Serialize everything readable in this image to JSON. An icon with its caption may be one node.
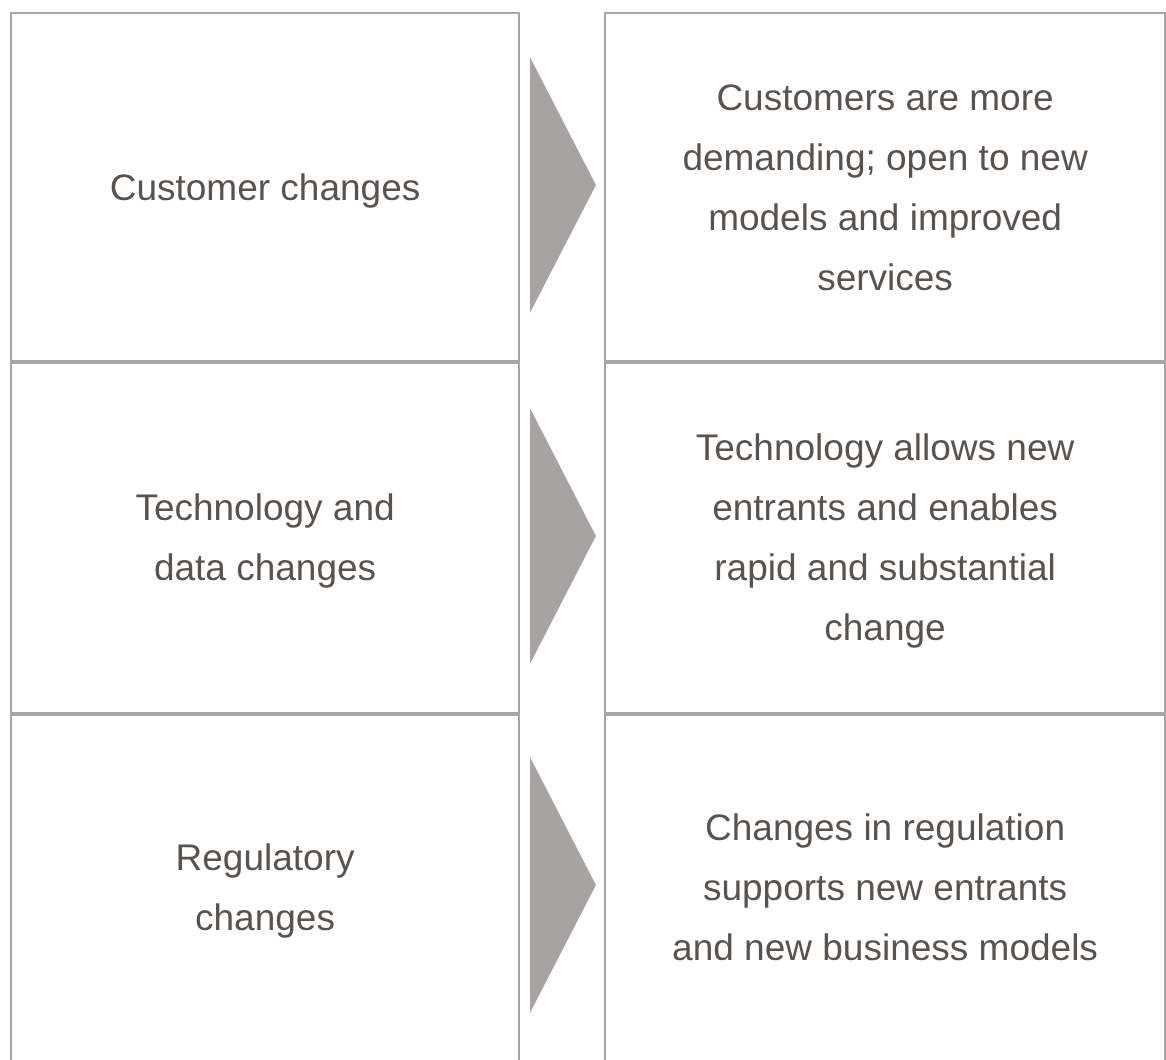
{
  "diagram": {
    "nodes": [
      {
        "text": [
          "Customer changes"
        ]
      },
      {
        "text": [
          "Customers are more demanding; open to new models and improved services"
        ]
      },
      {
        "text": [
          "Technology and data changes"
        ]
      },
      {
        "text": [
          "Technology allows new entrants and enables rapid and substantial change"
        ]
      },
      {
        "text": [
          "Regulatory changes"
        ]
      },
      {
        "text": [
          "Changes in regulation supports new entrants and new business models"
        ]
      }
    ],
    "edges": [
      {
        "from": 0,
        "to": 1,
        "arrow": "to"
      },
      {
        "from": 2,
        "to": 3,
        "arrow": "to"
      },
      {
        "from": 4,
        "to": 5,
        "arrow": "to"
      }
    ]
  }
}
